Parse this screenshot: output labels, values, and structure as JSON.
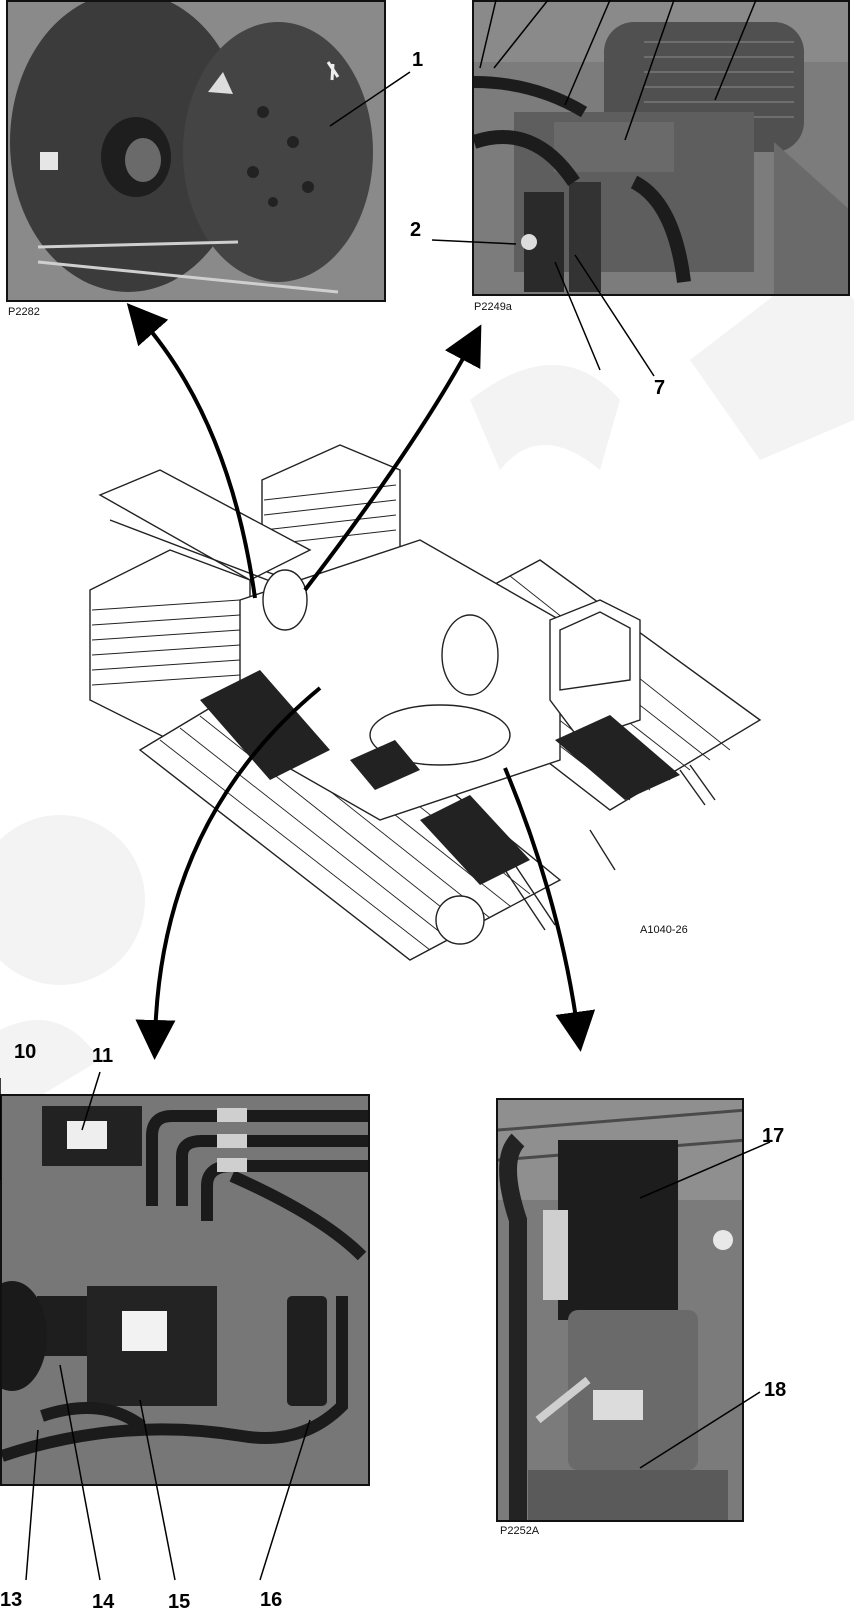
{
  "photos": {
    "top_left": {
      "id": "P2282"
    },
    "top_right": {
      "id": "P2249a"
    },
    "bottom_right": {
      "id": "P2252A"
    },
    "machine": {
      "id": "A1040-26"
    }
  },
  "callouts": [
    "1",
    "2",
    "7",
    "10",
    "11",
    "13",
    "14",
    "15",
    "16",
    "17",
    "18"
  ],
  "colors": {
    "photo_gray": "#8c8c8c",
    "dark": "#2a2a2a",
    "watermark": "#f3f3f3"
  }
}
